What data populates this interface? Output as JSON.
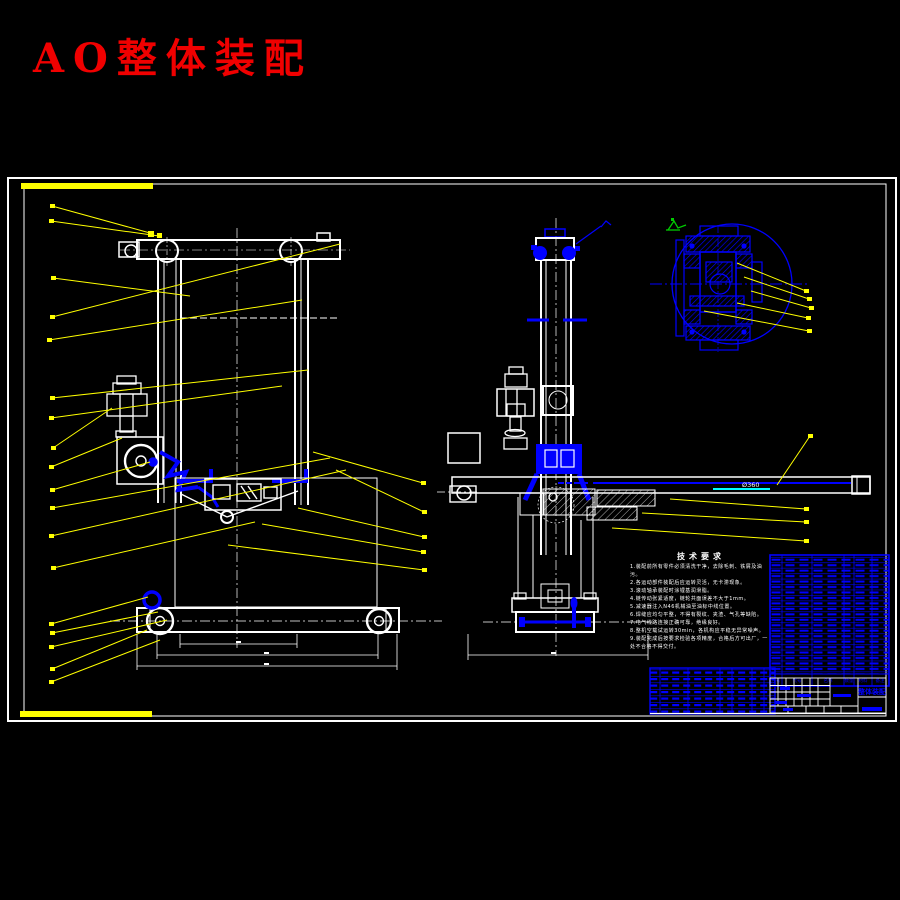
{
  "page": {
    "title": "AO整体装配",
    "background": "#000000"
  },
  "colors": {
    "line_white": "#ffffff",
    "cad_blue": "#0000ff",
    "leader_yellow": "#ffff00",
    "title_red": "#f00000",
    "cyan": "#00ffff",
    "green": "#00cc00"
  },
  "notes": {
    "title": "技术要求",
    "lines": [
      "1.装配前所有零件必须清洗干净，去除毛刺、铁屑及油污。",
      "2.各运动部件装配后应运转灵活，无卡滞现象。",
      "3.滚动轴承装配时涂锂基润滑脂。",
      "4.链传动张紧适度，链轮共面误差不大于1mm。",
      "5.减速器注入N46机械油至油标中线位置。",
      "6.焊缝应均匀平整，不得有裂纹、夹渣、气孔等缺陷。",
      "7.电气线路连接正确可靠，绝缘良好。",
      "8.整机空载试运转30min，各机构应平稳无异常噪声。",
      "9.装配完成后按要求检验各项精度，合格后方可出厂，一处不合格不得交付。"
    ]
  },
  "boom": {
    "dim_label": "Ø360"
  },
  "bom": {
    "headers": [
      "序号",
      "代号",
      "名称",
      "数量",
      "材料",
      "备注"
    ]
  },
  "title_block": {
    "drawing_name": "整体装配"
  }
}
